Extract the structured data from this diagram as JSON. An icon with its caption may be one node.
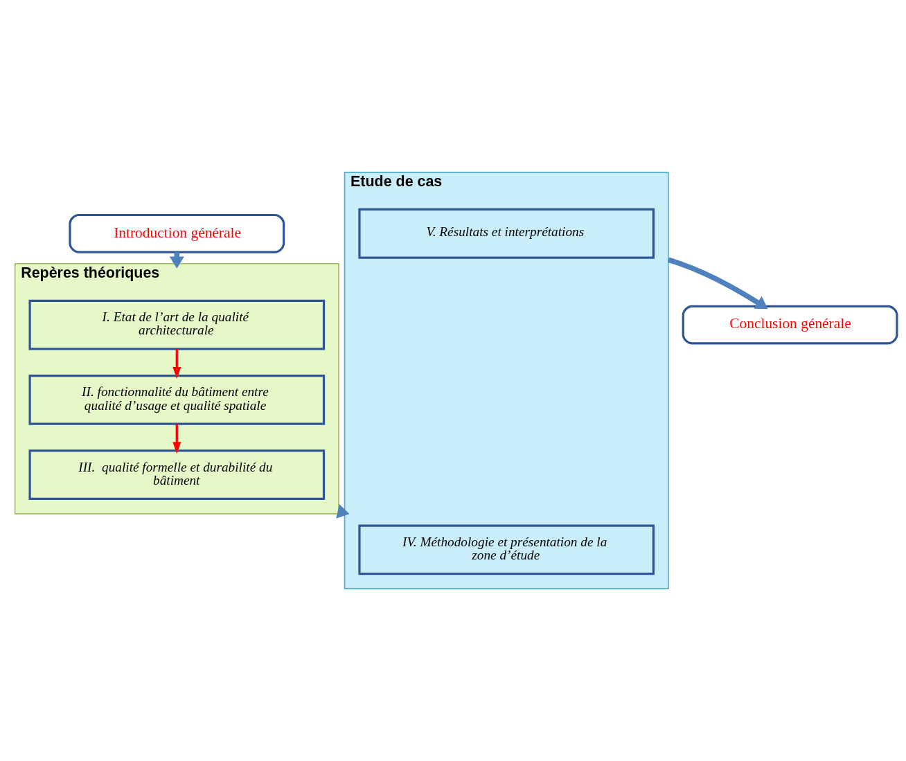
{
  "diagram": {
    "nodes": [
      {
        "text": [
          "Introduction générale"
        ]
      },
      {
        "text": [
          "Repères théoriques"
        ]
      },
      {
        "text": [
          "I. Etat de l’art de la qualité architecturale"
        ],
        "in": 1
      },
      {
        "text": [
          "II. fonctionnalité du bâtiment entre qualité d’usage et qualité spatiale"
        ],
        "in": 1
      },
      {
        "text": [
          "III.  qualité formelle et durabilité du bâtiment"
        ],
        "in": 1
      },
      {
        "text": [
          "Etude de cas"
        ]
      },
      {
        "text": [
          "IV. Méthodologie et présentation de la zone d’étude"
        ],
        "in": 5
      },
      {
        "text": [
          "V. Résultats et interprétations"
        ],
        "in": 5
      },
      {
        "text": [
          "Conclusion générale"
        ]
      }
    ],
    "edges": [
      {
        "from": 0,
        "to": 1,
        "arrow": "to",
        "style": "thick"
      },
      {
        "from": 2,
        "to": 3,
        "arrow": "to",
        "color": "#ff0000"
      },
      {
        "from": 3,
        "to": 4,
        "arrow": "to",
        "color": "#ff0000"
      },
      {
        "from": 1,
        "to": 5,
        "arrow": "to",
        "style": "thick"
      },
      {
        "from": 5,
        "to": 8,
        "arrow": "to",
        "style": "thick"
      }
    ]
  }
}
